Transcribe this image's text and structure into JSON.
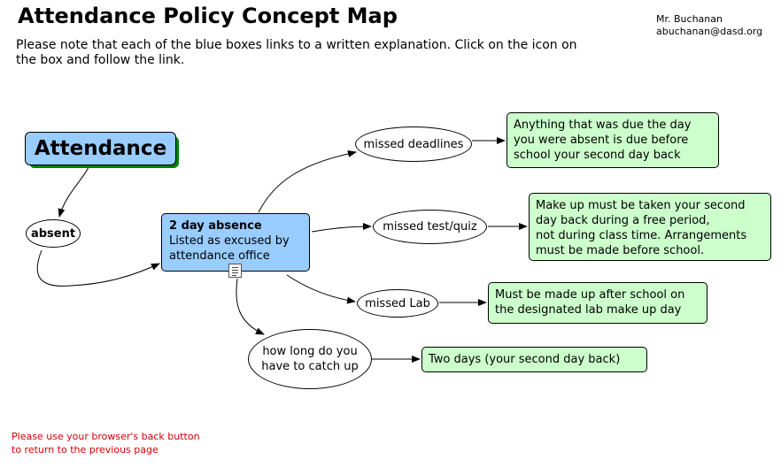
{
  "header": {
    "title": "Attendance Policy Concept Map",
    "author_name": "Mr. Buchanan",
    "author_email": "abuchanan@dasd.org",
    "intro": "Please note that each of the blue boxes links to a written explanation. Click on the icon on the box and follow the link."
  },
  "nodes": {
    "attendance": "Attendance",
    "absent": "absent",
    "two_day_title": "2 day absence",
    "two_day_body": "Listed as excused by attendance office",
    "missed_deadlines": "missed deadlines",
    "missed_test": "missed test/quiz",
    "missed_lab": "missed Lab",
    "catch_up": "how long do you have to catch up",
    "deadlines_answer": "Anything that was due the day you were absent is due before school your second day back",
    "test_answer_1": "Make up must be taken your second day back during a free period,",
    "test_answer_2": "not during class time. Arrangements must be made before school.",
    "lab_answer": "Must be made up after school on the designated lab make up day",
    "catch_up_answer": "Two days (your second day back)"
  },
  "footer": {
    "line1": "Please use your browser's back button",
    "line2": "to return to the previous page"
  },
  "icons": {
    "link": "document-link-icon"
  },
  "colors": {
    "concept_blue": "#99ccff",
    "shadow_green": "#008000",
    "answer_green": "#ccffcc",
    "footer_red": "#d40000"
  }
}
